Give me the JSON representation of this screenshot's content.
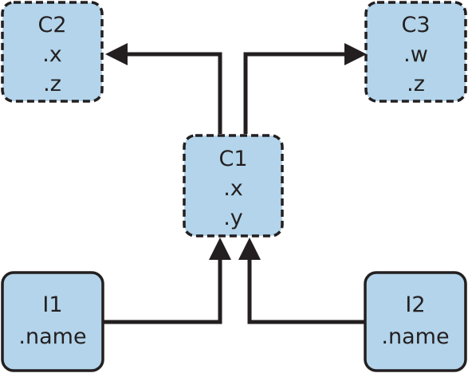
{
  "nodes": {
    "c2": {
      "title": "C2",
      "fields": [
        ".x",
        ".z"
      ]
    },
    "c3": {
      "title": "C3",
      "fields": [
        ".w",
        ".z"
      ]
    },
    "c1": {
      "title": "C1",
      "fields": [
        ".x",
        ".y"
      ]
    },
    "i1": {
      "title": "I1",
      "fields": [
        ".name"
      ]
    },
    "i2": {
      "title": "I2",
      "fields": [
        ".name"
      ]
    }
  },
  "colors": {
    "box_fill": "#b3d4ea",
    "stroke": "#231f20",
    "background": "#ffffff"
  }
}
